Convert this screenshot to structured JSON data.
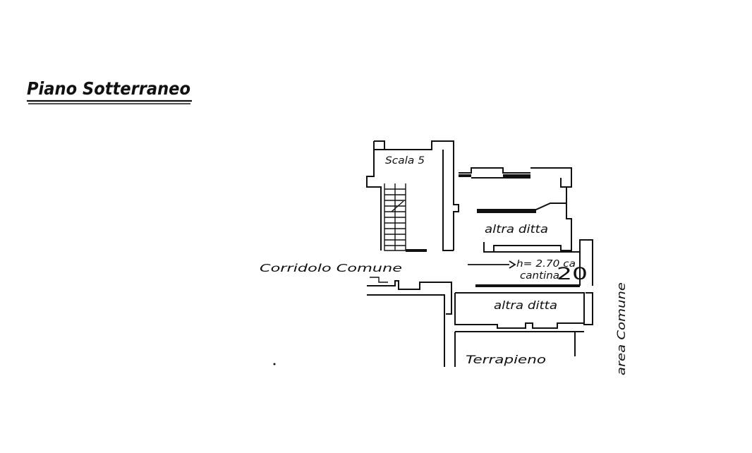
{
  "title": "Piano Sotterraneo",
  "labels": {
    "stair": "Scala 5",
    "room_upper": "altra ditta",
    "room_lower": "altra ditta",
    "corridor": "Corridolo Comune",
    "height": "h= 2.70 ca",
    "cellar": "cantina",
    "cellar_number": "20",
    "fill": "Terrapieno",
    "common_area": "area Comune"
  }
}
